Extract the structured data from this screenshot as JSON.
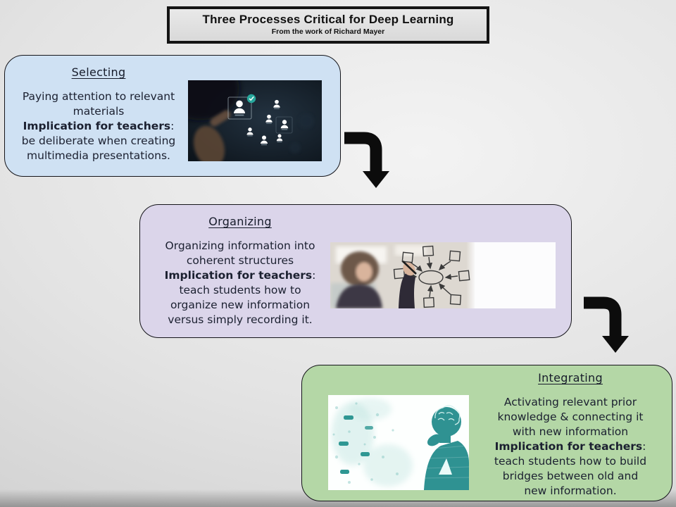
{
  "slide": {
    "title": "Three Processes Critical for Deep Learning",
    "subtitle": "From the work of Richard Mayer"
  },
  "cards": [
    {
      "heading": "Selecting",
      "lines": [
        {
          "text": "Paying attention to relevant",
          "bold": false
        },
        {
          "text": "materials",
          "bold": false
        },
        {
          "text": "Implication for teachers",
          "bold": true,
          "tail": ":"
        },
        {
          "text": "be deliberate when creating",
          "bold": false
        },
        {
          "text": "multimedia presentations.",
          "bold": false
        }
      ],
      "photo": "hand-selecting-person-icons-photo",
      "bg": "#cfe1f3"
    },
    {
      "heading": "Organizing",
      "lines": [
        {
          "text": "Organizing information into",
          "bold": false
        },
        {
          "text": "coherent structures",
          "bold": false
        },
        {
          "text": "Implication for teachers",
          "bold": true,
          "tail": ":"
        },
        {
          "text": "teach students how to",
          "bold": false
        },
        {
          "text": "organize new information",
          "bold": false
        },
        {
          "text": "versus simply recording it.",
          "bold": false
        }
      ],
      "photo": "woman-drawing-flowchart-photo",
      "bg": "#dbd5ea"
    },
    {
      "heading": "Integrating",
      "lines": [
        {
          "text": "Activating relevant prior",
          "bold": false
        },
        {
          "text": "knowledge & connecting it",
          "bold": false
        },
        {
          "text": "with new information",
          "bold": false
        },
        {
          "text": "Implication for teachers",
          "bold": true,
          "tail": ":"
        },
        {
          "text": "teach students how to build",
          "bold": false
        },
        {
          "text": "bridges between old and",
          "bold": false
        },
        {
          "text": "new information.",
          "bold": false
        }
      ],
      "photo": "thinking-silhouette-brain-photo",
      "bg": "#b4d7a6"
    }
  ],
  "colors": {
    "card_selecting_bg": "#cfe1f3",
    "card_organizing_bg": "#dbd5ea",
    "card_integrating_bg": "#b4d7a6",
    "arrow": "#0c0c0c",
    "text": "#1b2030",
    "border": "#15151a",
    "check_accent": "#27a79c",
    "silhouette_teal": "#2f9292"
  }
}
